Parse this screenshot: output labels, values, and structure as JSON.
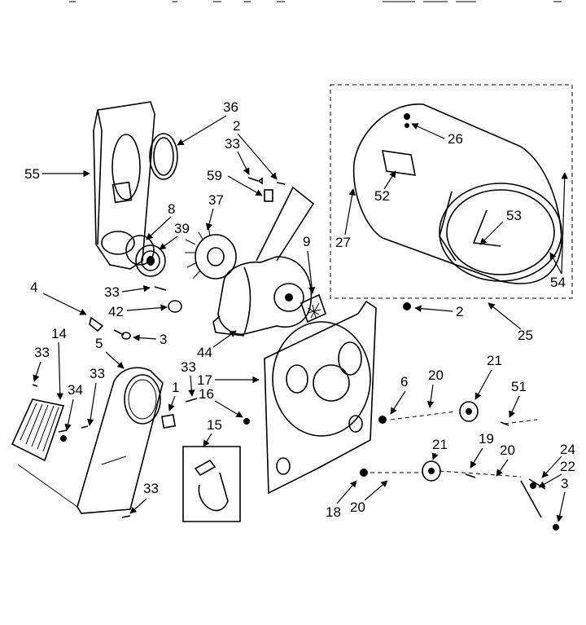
{
  "diagram": {
    "part_labels": [
      "55",
      "36",
      "2",
      "33",
      "59",
      "37",
      "8",
      "39",
      "9",
      "4",
      "33",
      "42",
      "3",
      "44",
      "14",
      "5",
      "33",
      "33",
      "34",
      "1",
      "33",
      "16",
      "15",
      "17",
      "33",
      "6",
      "20",
      "21",
      "51",
      "18",
      "20",
      "21",
      "19",
      "20",
      "24",
      "22",
      "3",
      "26",
      "52",
      "27",
      "53",
      "54",
      "2",
      "25"
    ]
  }
}
